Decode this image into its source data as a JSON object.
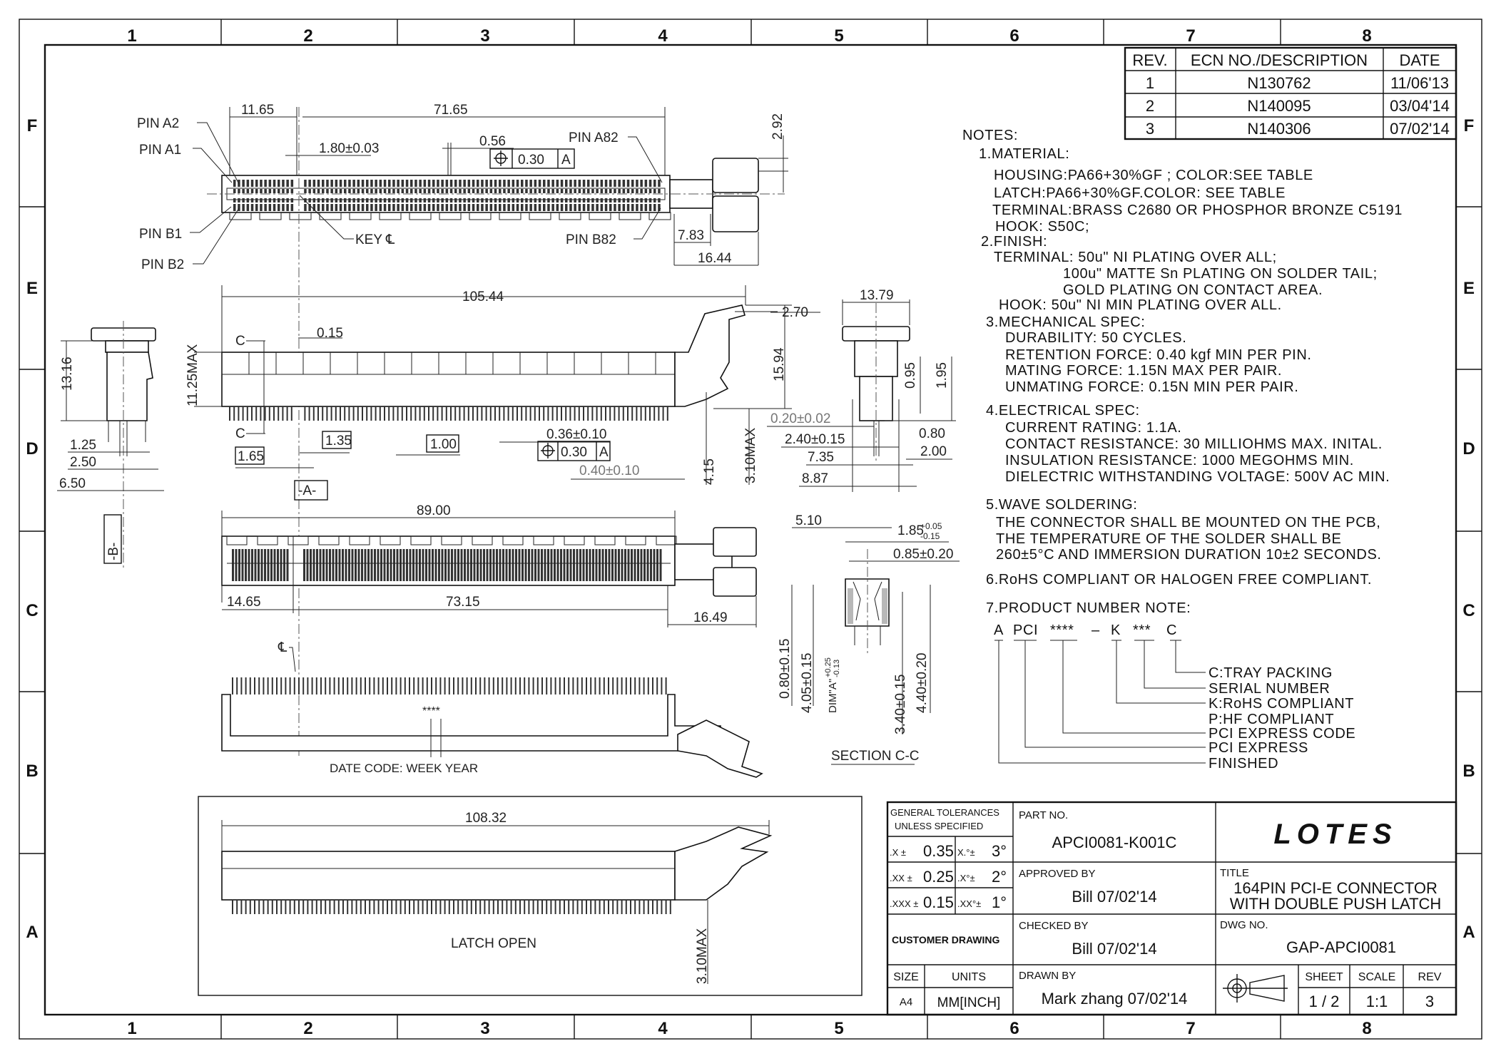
{
  "zones": {
    "columns": [
      "1",
      "2",
      "3",
      "4",
      "5",
      "6",
      "7",
      "8"
    ],
    "rows": [
      "F",
      "E",
      "D",
      "C",
      "B",
      "A"
    ]
  },
  "revision_table": {
    "headers": [
      "REV.",
      "ECN NO./DESCRIPTION",
      "DATE"
    ],
    "rows": [
      [
        "1",
        "N130762",
        "11/06'13"
      ],
      [
        "2",
        "N140095",
        "03/04'14"
      ],
      [
        "3",
        "N140306",
        "07/02'14"
      ]
    ]
  },
  "notes": {
    "heading": "NOTES:",
    "lines": [
      "1.MATERIAL:",
      "HOUSING:PA66+30%GF ; COLOR:SEE TABLE",
      "LATCH:PA66+30%GF.COLOR: SEE TABLE",
      "TERMINAL:BRASS C2680 OR PHOSPHOR BRONZE C5191",
      "HOOK: S50C;",
      "2.FINISH:",
      "TERMINAL: 50u\" NI PLATING OVER ALL;",
      "100u\" MATTE Sn PLATING ON SOLDER TAIL;",
      "GOLD PLATING ON CONTACT AREA.",
      "HOOK: 50u\" NI MIN PLATING OVER ALL.",
      "3.MECHANICAL SPEC:",
      "DURABILITY: 50 CYCLES.",
      "RETENTION FORCE: 0.40 kgf MIN PER PIN.",
      "MATING FORCE: 1.15N MAX PER PAIR.",
      "UNMATING FORCE: 0.15N MIN PER PAIR.",
      "4.ELECTRICAL SPEC:",
      "CURRENT RATING: 1.1A.",
      "CONTACT RESISTANCE: 30 MILLIOHMS MAX. INITAL.",
      "INSULATION RESISTANCE: 1000 MEGOHMS MIN.",
      "DIELECTRIC WITHSTANDING VOLTAGE: 500V AC MIN.",
      "5.WAVE SOLDERING:",
      "THE CONNECTOR SHALL BE MOUNTED ON THE PCB,",
      "THE TEMPERATURE OF THE SOLDER SHALL BE",
      "260±5°C AND IMMERSION DURATION 10±2 SECONDS.",
      "6.RoHS COMPLIANT OR HALOGEN FREE COMPLIANT.",
      "7.PRODUCT NUMBER NOTE:"
    ]
  },
  "product_number": {
    "parts": [
      "A",
      "PCI",
      "****",
      "–",
      "K",
      "***",
      "C"
    ],
    "legend": [
      "C:TRAY PACKING",
      "SERIAL NUMBER",
      "K:RoHS COMPLIANT",
      "P:HF COMPLIANT",
      "PCI EXPRESS CODE",
      "PCI EXPRESS",
      "FINISHED"
    ]
  },
  "top_view": {
    "pin_a2": "PIN A2",
    "pin_a1": "PIN A1",
    "pin_b1": "PIN B1",
    "pin_b2": "PIN B2",
    "pin_a82": "PIN A82",
    "pin_b82": "PIN B82",
    "key": "KEY ℄",
    "d_11_65": "11.65",
    "d_71_65": "71.65",
    "d_1_80": "1.80±0.03",
    "d_0_56": "0.56",
    "fcf_value": "0.30",
    "fcf_datum": "A",
    "d_2_92": "2.92",
    "d_7_83": "7.83",
    "d_16_44": "16.44"
  },
  "front_view": {
    "d_105_44": "105.44",
    "d_2_70": "2.70",
    "d_0_15": "0.15",
    "c_label": "C",
    "d_11_25": "11.25MAX",
    "d_15_94": "15.94",
    "d_4_15": "4.15",
    "d_3_10": "3.10MAX",
    "d_1_35": "1.35",
    "d_1_65": "1.65",
    "d_1_00": "1.00",
    "d_0_36": "0.36±0.10",
    "fcf_value": "0.30",
    "fcf_datum": "A",
    "d_0_40": "0.40±0.10",
    "datum_a": "-A-"
  },
  "left_view": {
    "d_13_16": "13.16",
    "d_1_25": "1.25",
    "d_2_50": "2.50",
    "d_6_50": "6.50",
    "datum_b": "-B-"
  },
  "right_view": {
    "d_13_79": "13.79",
    "d_0_95": "0.95",
    "d_1_95": "1.95",
    "d_0_20": "0.20±0.02",
    "d_2_40": "2.40±0.15",
    "d_7_35": "7.35",
    "d_8_87": "8.87",
    "d_0_80": "0.80",
    "d_2_00": "2.00"
  },
  "section_cc": {
    "d_5_10": "5.10",
    "d_1_85": "1.85",
    "d_1_85_tol_up": "+0.05",
    "d_1_85_tol_dn": "-0.15",
    "d_0_85": "0.85±0.20",
    "d_0_80": "0.80±0.15",
    "d_4_05": "4.05±0.15",
    "dim_a": "DIM\"A\"",
    "dim_a_tol_up": "+0.25",
    "dim_a_tol_dn": "-0.13",
    "d_3_40": "3.40±0.15",
    "d_4_40": "4.40±0.20",
    "label": "SECTION C-C"
  },
  "bottom_view": {
    "d_89_00": "89.00",
    "d_14_65": "14.65",
    "d_73_15": "73.15",
    "d_16_49": "16.49"
  },
  "side_view": {
    "centerline": "℄",
    "date_mark": "****",
    "date_code": "DATE CODE: WEEK YEAR"
  },
  "latch_open_view": {
    "d_108_32": "108.32",
    "label": "LATCH OPEN",
    "d_3_10": "3.10MAX"
  },
  "title_block": {
    "tol_heading_1": "GENERAL TOLERANCES",
    "tol_heading_2": "UNLESS SPECIFIED",
    "tolerances": [
      {
        "lin": ".X ±",
        "lin_val": "0.35",
        "ang": "X.°±",
        "ang_val": "3°"
      },
      {
        "lin": ".XX ±",
        "lin_val": "0.25",
        "ang": ".X°±",
        "ang_val": "2°"
      },
      {
        "lin": ".XXX ±",
        "lin_val": "0.15",
        "ang": ".XX°±",
        "ang_val": "1°"
      }
    ],
    "customer_drawing": "CUSTOMER DRAWING",
    "size_label": "SIZE",
    "size": "A4",
    "units_label": "UNITS",
    "units": "MM[INCH]",
    "part_no_label": "PART NO.",
    "part_no": "APCI0081-K001C",
    "approved_label": "APPROVED BY",
    "approved": "Bill  07/02'14",
    "checked_label": "CHECKED BY",
    "checked": "Bill  07/02'14",
    "drawn_label": "DRAWN BY",
    "drawn": "Mark zhang  07/02'14",
    "logo": "LOTES",
    "title_label": "TITLE",
    "title_1": "164PIN PCI-E CONNECTOR",
    "title_2": "WITH DOUBLE  PUSH LATCH",
    "dwg_label": "DWG NO.",
    "dwg_no": "GAP-APCI0081",
    "sheet_label": "SHEET",
    "sheet": "1 / 2",
    "scale_label": "SCALE",
    "scale": "1:1",
    "rev_label": "REV",
    "rev": "3"
  }
}
